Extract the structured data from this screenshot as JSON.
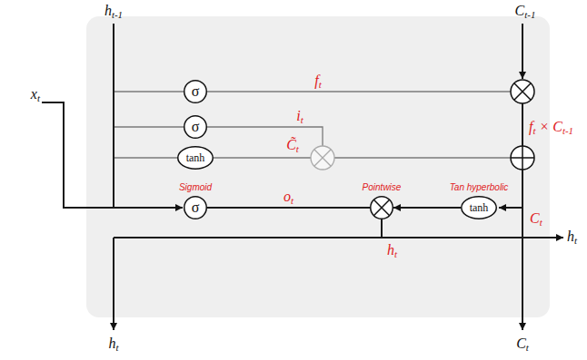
{
  "diagram": {
    "nodes": [
      {
        "text": [
          "σ"
        ]
      },
      {
        "text": [
          "σ"
        ]
      },
      {
        "text": [
          "tanh"
        ]
      },
      {
        "text": [
          "Sigmoid",
          "σ"
        ]
      },
      {
        "text": [
          "Pointwise"
        ]
      },
      {
        "text": [
          "Tan hyperbolic",
          "tanh"
        ]
      }
    ],
    "edges": [
      {
        "from": 3,
        "to": 4,
        "arrow": "none",
        "label": "ot"
      },
      {
        "from": 5,
        "to": 4,
        "arrow": "to"
      }
    ],
    "labels": [
      "ht-1",
      "Ct-1",
      "ft",
      "xt",
      "it",
      "C̃t",
      "ft × Ct-1",
      "Ct",
      "ht",
      "ht",
      "ht",
      "Ct"
    ]
  }
}
